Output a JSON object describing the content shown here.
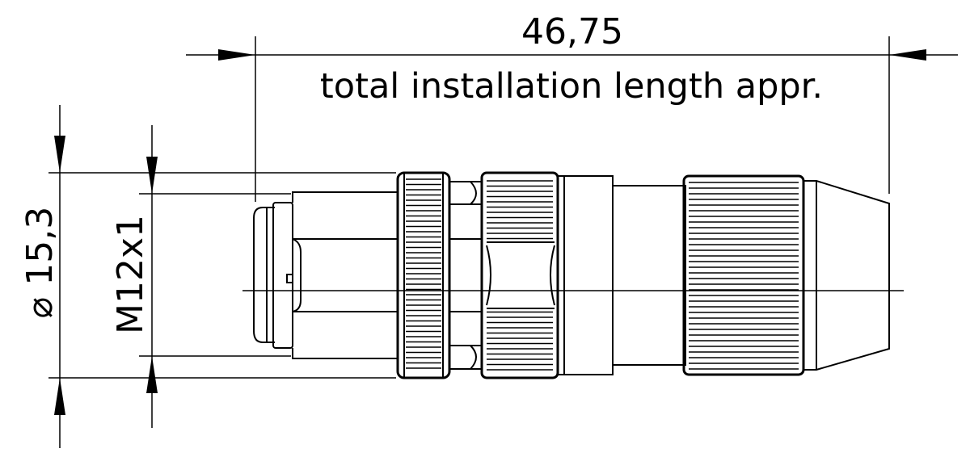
{
  "dimensions": {
    "total_length": {
      "value": "46,75",
      "label": "total installation length appr."
    },
    "outer_diameter": "⌀ 15,3",
    "thread": "M12x1"
  },
  "colors": {
    "line": "#000000",
    "background": "#ffffff"
  }
}
